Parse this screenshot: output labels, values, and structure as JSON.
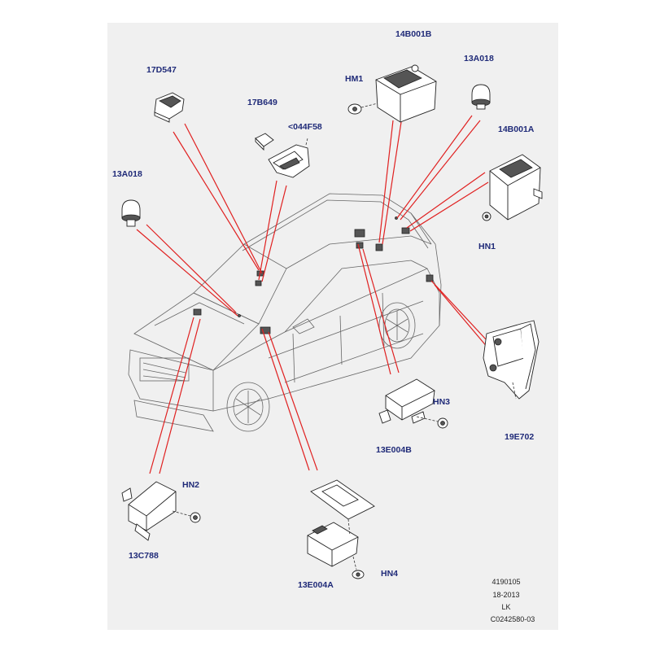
{
  "labels": {
    "p17d547": "17D547",
    "p17b649": "17B649",
    "p044f58": "<044F58",
    "hm1": "HM1",
    "p14b001b": "14B001B",
    "p13a018_top": "13A018",
    "p14b001a": "14B001A",
    "p13a018_left": "13A018",
    "hn1": "HN1",
    "hn3": "HN3",
    "p13e004b": "13E004B",
    "p19e702": "19E702",
    "hn2": "HN2",
    "p13c788": "13C788",
    "hn4": "HN4",
    "p13e004a": "13E004A"
  },
  "footer": {
    "line1": "4190105",
    "line2": "18-2013",
    "line3": "LK",
    "line4": "C0242580-03"
  },
  "colors": {
    "label": "#1f2a78",
    "leader": "#e02020",
    "background": "#f0f0f0"
  }
}
